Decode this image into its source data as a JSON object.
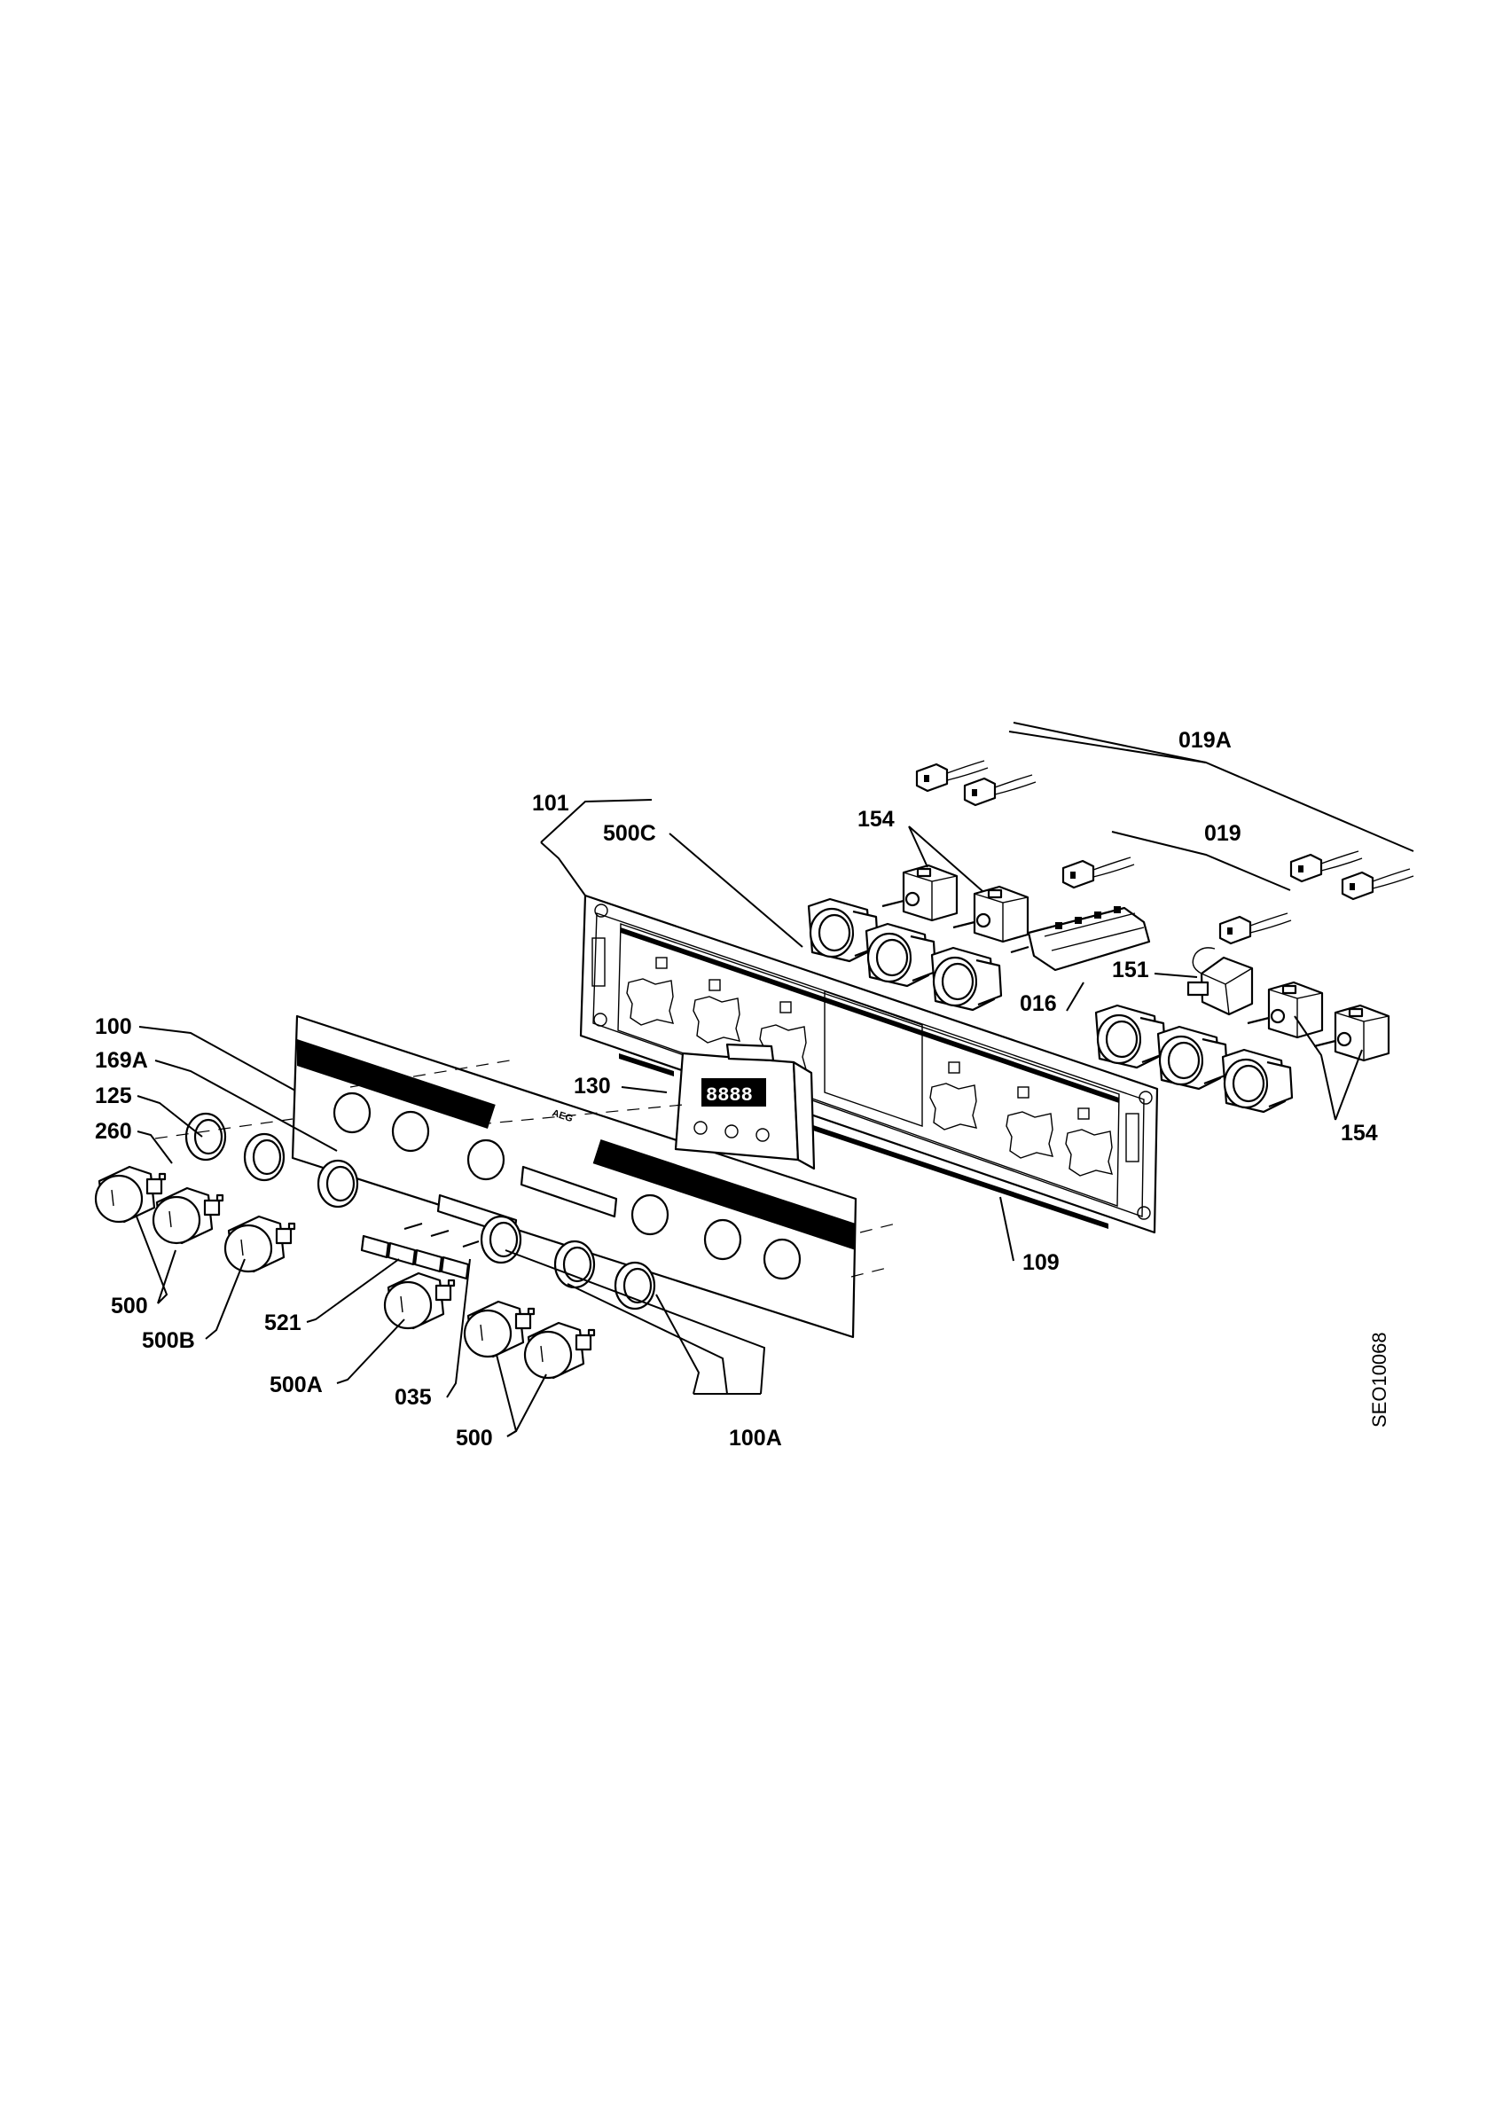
{
  "diagram": {
    "drawing_code": "SEO10068",
    "brand_mark": "AEG",
    "display_digits": "8888"
  },
  "labels": {
    "p019A": "019A",
    "p019": "019",
    "p154_top": "154",
    "p154_right": "154",
    "p101": "101",
    "p500C": "500C",
    "p151": "151",
    "p016": "016",
    "p130": "130",
    "p109": "109",
    "p100": "100",
    "p169A": "169A",
    "p125": "125",
    "p260": "260",
    "p500_left": "500",
    "p500B": "500B",
    "p521": "521",
    "p500A": "500A",
    "p035": "035",
    "p500_bottom": "500",
    "p100A": "100A"
  }
}
